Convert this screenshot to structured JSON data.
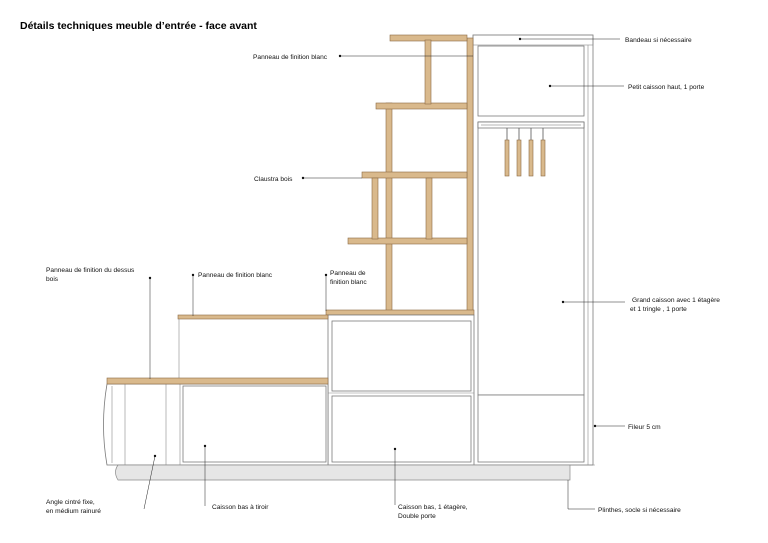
{
  "title": "Détails techniques meuble d’entrée - face avant",
  "labels": {
    "bandeau": "Bandeau si nécessaire",
    "panneau_finition_blanc_top": "Panneau de finition blanc",
    "petit_caisson": "Petit caisson haut, 1 porte",
    "claustra": "Claustra bois",
    "panneau_dessus_l1": "Panneau de finition du dessus",
    "panneau_dessus_l2": "bois",
    "panneau_finition_blanc_mid": "Panneau de finition blanc",
    "panneau_de_l1": "Panneau de",
    "panneau_de_l2": "finition blanc",
    "grand_caisson_l1": "Grand caisson avec 1 étagère",
    "grand_caisson_l2": "et 1 tringle , 1 porte",
    "fileur": "Fileur 5 cm",
    "angle_l1": "Angle cintré fixe,",
    "angle_l2": "en médium rainuré",
    "caisson_tiroir": "Caisson bas à tiroir",
    "caisson_bas_l1": "Caisson bas, 1 étagère,",
    "caisson_bas_l2": "Double porte",
    "plinthes": "Plinthes, socle si nécessaire"
  },
  "colors": {
    "wood_fill": "#d9b98c",
    "wood_stroke": "#8a6a45",
    "outline": "#7a7a7a",
    "socle": "#e6e6e6"
  }
}
